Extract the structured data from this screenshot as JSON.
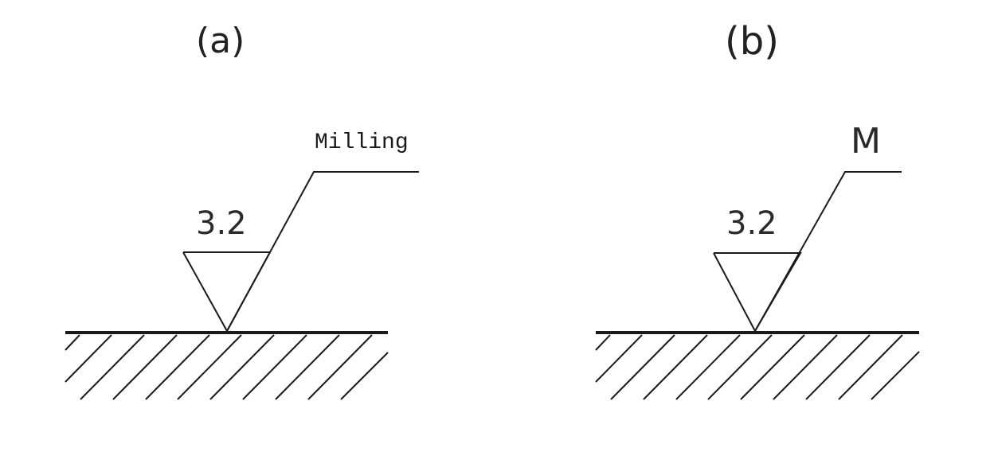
{
  "panels": [
    {
      "label": "(a)",
      "roughness_value": "3.2",
      "process_note": "Milling"
    },
    {
      "label": "(b)",
      "roughness_value": "3.2",
      "process_note": "M"
    }
  ],
  "colors": {
    "line": "#1a1a1a",
    "background": "#ffffff"
  }
}
